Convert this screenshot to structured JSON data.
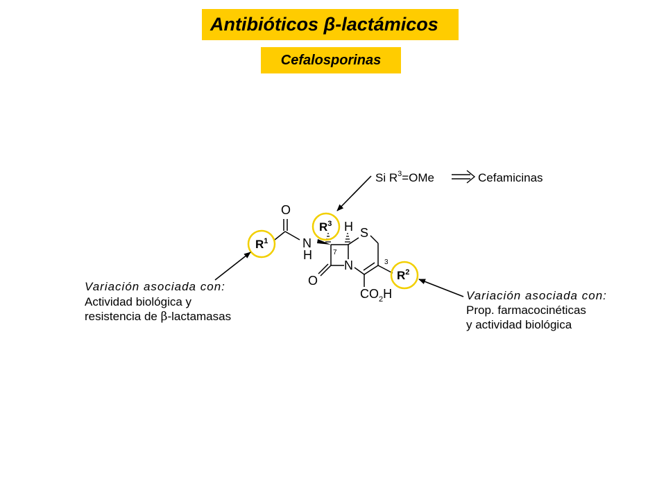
{
  "title": "Antibióticos β-lactámicos",
  "subtitle": "Cefalosporinas",
  "colors": {
    "highlight": "#FFCC00",
    "ring": "#F2CF00",
    "ink": "#000000"
  },
  "molecule": {
    "atoms": {
      "O_carbonyl": "O",
      "N_amide": "N",
      "H_amide": "H",
      "H_ring": "H",
      "S": "S",
      "N_ring": "N",
      "O_lactam": "O",
      "CO2H_1": "CO",
      "CO2H_2": "2",
      "CO2H_3": "H",
      "pos7": "7",
      "pos3": "3"
    },
    "groups": {
      "r1": {
        "base": "R",
        "sup": "1"
      },
      "r2": {
        "base": "R",
        "sup": "2"
      },
      "r3": {
        "base": "R",
        "sup": "3"
      }
    }
  },
  "annotations": {
    "top": {
      "pre": "Si R",
      "sup": "3",
      "post": "=OMe",
      "result": "Cefamicinas"
    },
    "left": {
      "heading": "Variación asociada con:",
      "line1": "Actividad biológica y",
      "line2_pre": "resistencia de ",
      "line2_symbol": "β",
      "line2_post": "-lactamasas"
    },
    "right": {
      "heading": "Variación asociada con:",
      "line1": "Prop. farmacocinéticas",
      "line2": "y actividad biológica"
    }
  }
}
